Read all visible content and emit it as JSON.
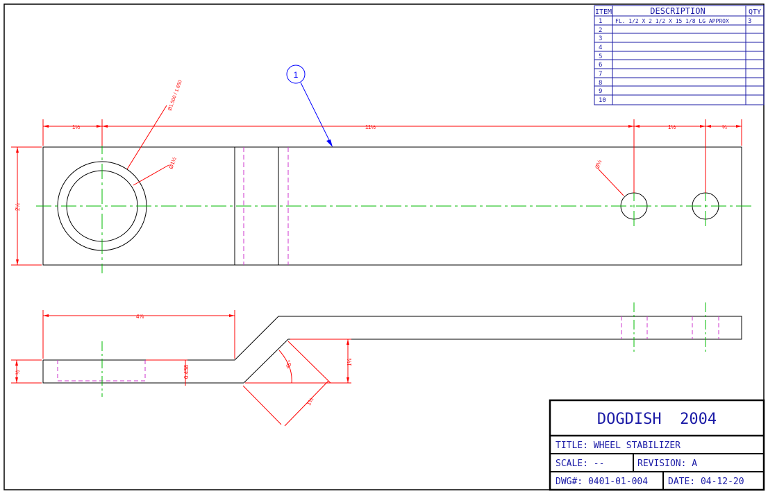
{
  "bom": {
    "headers": {
      "item": "ITEM",
      "description": "DESCRIPTION",
      "qty": "QTY"
    },
    "rows": [
      {
        "item": "1",
        "description": "FL. 1/2 X 2 1/2 X 15 1/8 LG  APPROX",
        "qty": "3"
      },
      {
        "item": "2",
        "description": "",
        "qty": ""
      },
      {
        "item": "3",
        "description": "",
        "qty": ""
      },
      {
        "item": "4",
        "description": "",
        "qty": ""
      },
      {
        "item": "5",
        "description": "",
        "qty": ""
      },
      {
        "item": "6",
        "description": "",
        "qty": ""
      },
      {
        "item": "7",
        "description": "",
        "qty": ""
      },
      {
        "item": "8",
        "description": "",
        "qty": ""
      },
      {
        "item": "9",
        "description": "",
        "qty": ""
      },
      {
        "item": "10",
        "description": "",
        "qty": ""
      }
    ]
  },
  "title_block": {
    "company": "DOGDISH  2004",
    "title": "TITLE: WHEEL STABILIZER",
    "scale": "SCALE: --",
    "revision": "REVISION: A",
    "dwg": "DWG#: 0401-01-004",
    "date": "DATE: 04-12-20"
  },
  "balloon": {
    "label": "1"
  },
  "dimensions": {
    "top_left": "1½",
    "top_mid": "11½",
    "top_right1": "1½",
    "top_right2": "¾",
    "height": "2½",
    "big_hole": "Ø1.500 / 1.650",
    "bore": "Ø1½",
    "small_hole": "Ø½",
    "side_len": "4⅞",
    "thk": "½",
    "depth": "0.438",
    "angle": "45°",
    "offset": "1⅛",
    "diag": "1½"
  },
  "colors": {
    "line": "#000000",
    "dim": "#ff0000",
    "center": "#00bb00",
    "hidden": "#cc33cc",
    "balloon": "#0000ff",
    "text_blue": "#1a1aa6"
  }
}
